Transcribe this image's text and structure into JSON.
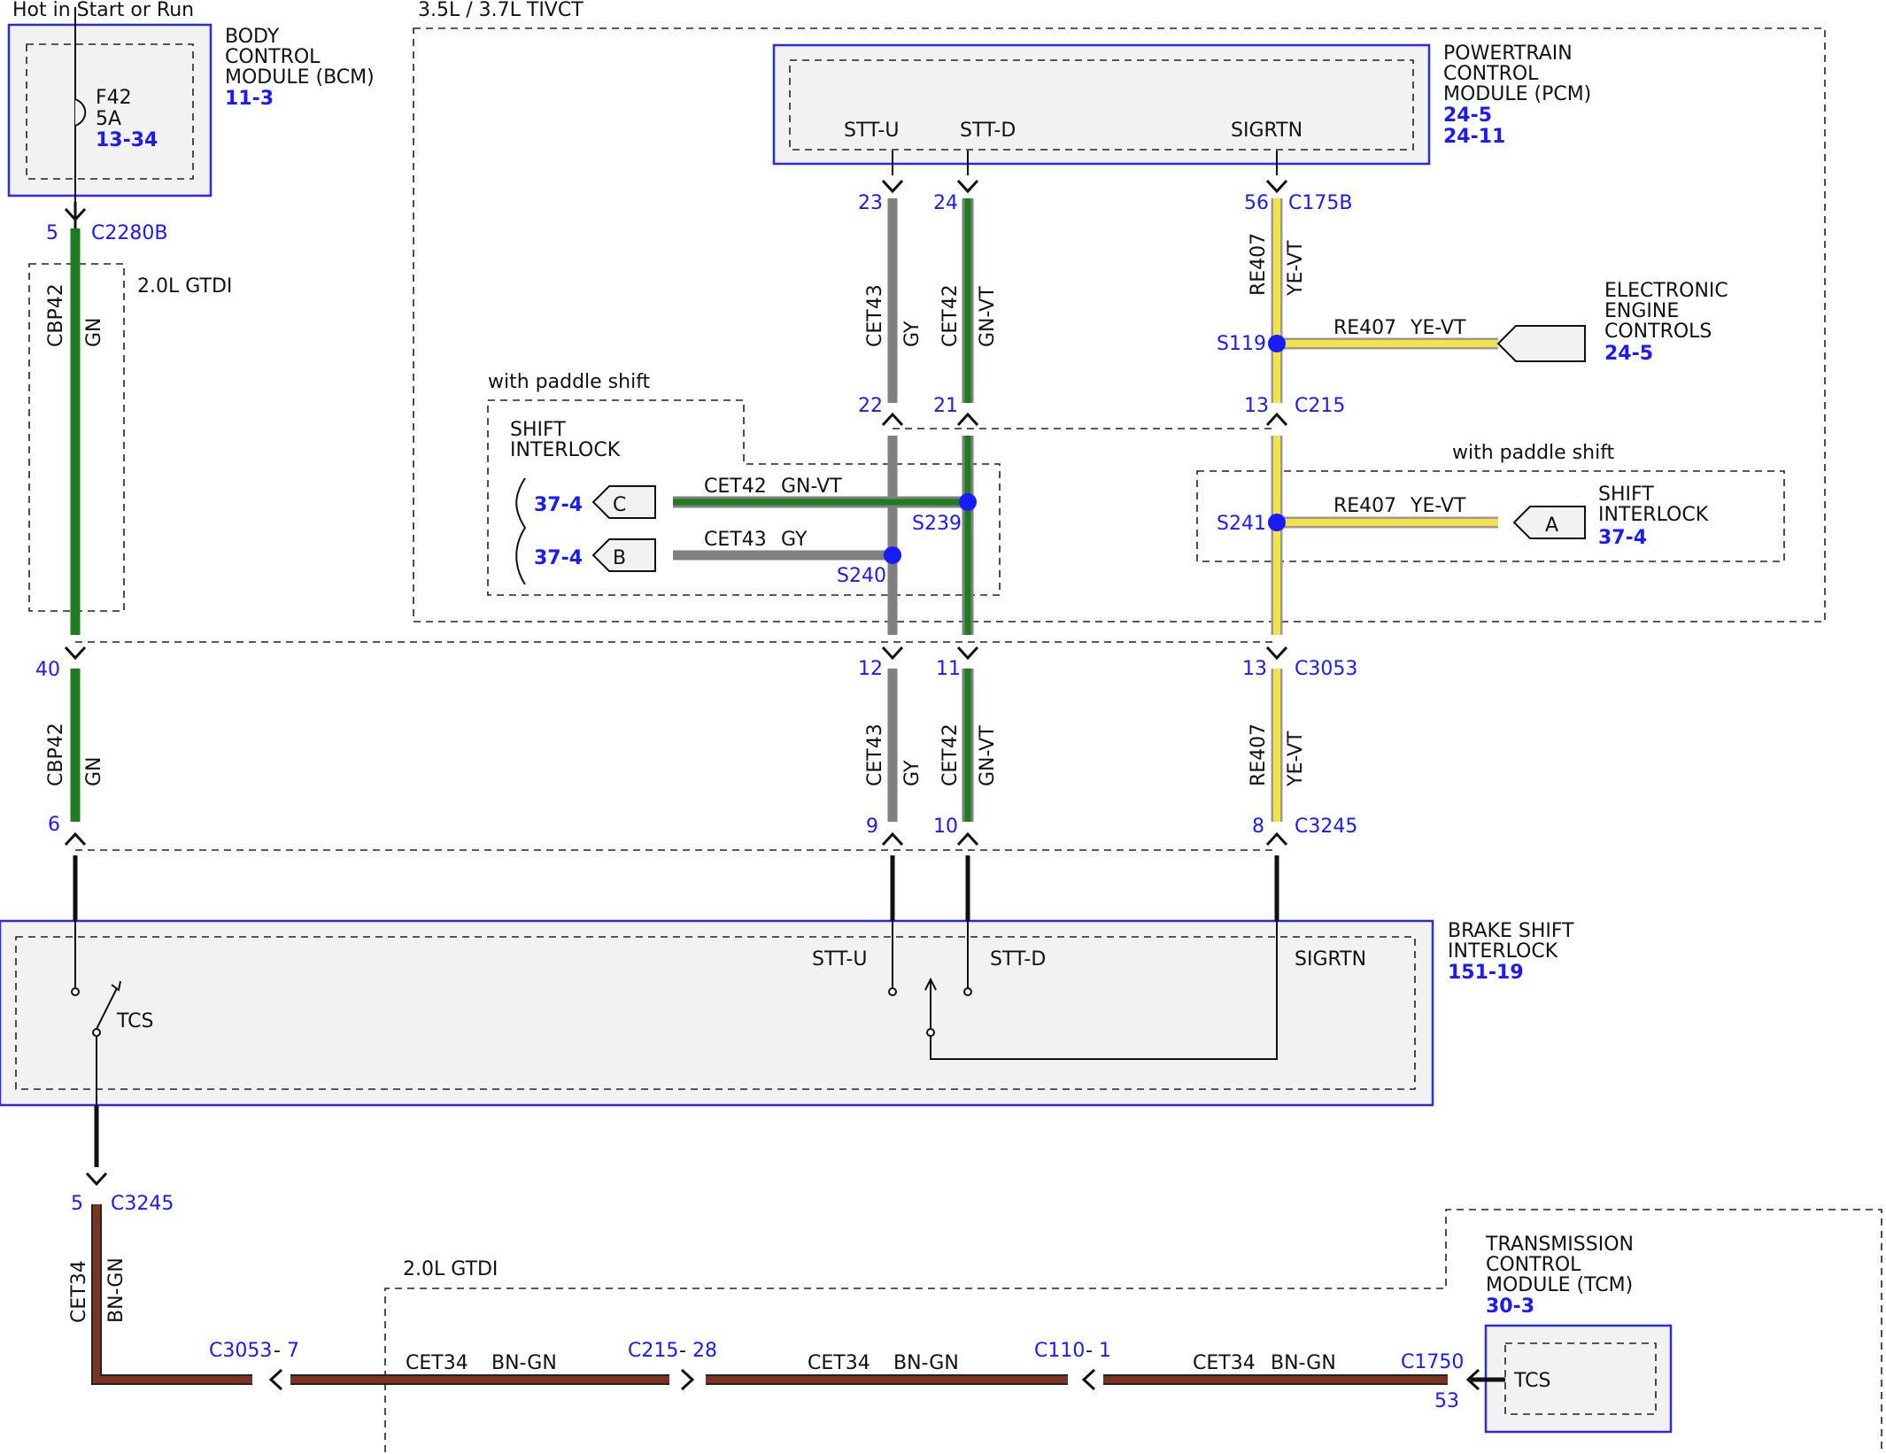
{
  "power": {
    "label": "Hot in Start or Run"
  },
  "bcm": {
    "name": [
      "BODY",
      "CONTROL",
      "MODULE (BCM)"
    ],
    "ref": "11-3",
    "fuse": "F42",
    "amps": "5A",
    "fuse_ref": "13-34"
  },
  "zones": {
    "tivct": "3.5L / 3.7L TIVCT",
    "gtdi_top": "2.0L GTDI",
    "gtdi_bottom": "2.0L GTDI",
    "paddle_left": "with paddle shift",
    "paddle_right": "with paddle shift"
  },
  "pcm": {
    "name": [
      "POWERTRAIN",
      "CONTROL",
      "MODULE (PCM)"
    ],
    "refs": [
      "24-5",
      "24-11"
    ],
    "pins": {
      "sttu": "STT-U",
      "sttd": "STT-D",
      "sigrtn": "SIGRTN"
    }
  },
  "eec": {
    "name": [
      "ELECTRONIC",
      "ENGINE",
      "CONTROLS"
    ],
    "ref": "24-5"
  },
  "shift_interlock_left": {
    "name": [
      "SHIFT",
      "INTERLOCK"
    ],
    "ref_c": "37-4",
    "ref_b": "37-4",
    "conn_c": "C",
    "conn_b": "B"
  },
  "shift_interlock_right": {
    "name": [
      "SHIFT",
      "INTERLOCK"
    ],
    "ref": "37-4",
    "conn": "A"
  },
  "bsi": {
    "name": [
      "BRAKE SHIFT",
      "INTERLOCK"
    ],
    "ref": "151-19",
    "pins": {
      "sttu": "STT-U",
      "sttd": "STT-D",
      "sigrtn": "SIGRTN"
    },
    "switch": "TCS"
  },
  "tcm": {
    "name": [
      "TRANSMISSION",
      "CONTROL",
      "MODULE (TCM)"
    ],
    "ref": "30-3",
    "inner": "TCS"
  },
  "connectors": {
    "c2280b": {
      "pin": "5",
      "name": "C2280B"
    },
    "p40": "40",
    "p6": "6",
    "c175b": {
      "p23": "23",
      "p24": "24",
      "p56": "56",
      "name": "C175B"
    },
    "c215": {
      "p22": "22",
      "p21": "21",
      "p13": "13",
      "name": "C215"
    },
    "c3053": {
      "p12": "12",
      "p11": "11",
      "p13": "13",
      "name": "C3053"
    },
    "c3245": {
      "p9": "9",
      "p10": "10",
      "p8": "8",
      "name": "C3245"
    },
    "c3245b": {
      "pin": "5",
      "name": "C3245"
    },
    "bottom": {
      "c3053": "C3053",
      "c3053_pin": "7",
      "c215": "C215",
      "c215_pin": "28",
      "c110": "C110",
      "c110_pin": "1",
      "c1750": "C1750",
      "c1750_pin": "53",
      "dash": "-"
    }
  },
  "splices": {
    "s119": "S119",
    "s239": "S239",
    "s240": "S240",
    "s241": "S241"
  },
  "wires": {
    "cbp42": {
      "circuit": "CBP42",
      "color": "GN"
    },
    "cet43": {
      "circuit": "CET43",
      "color": "GY"
    },
    "cet42": {
      "circuit": "CET42",
      "color": "GN-VT"
    },
    "re407": {
      "circuit": "RE407",
      "color": "YE-VT"
    },
    "cet34": {
      "circuit": "CET34",
      "color": "BN-GN"
    }
  },
  "colors": {
    "gn": "#1e7d1e",
    "gy": "#808080",
    "ye": "#f3e24a",
    "bn": "#7a3221",
    "blue": "#1a1aff"
  }
}
